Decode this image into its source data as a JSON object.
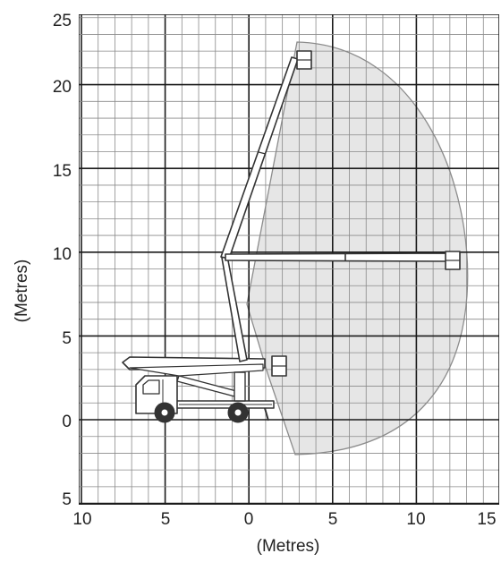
{
  "diagram": {
    "x_label": "(Metres)",
    "y_label": "(Metres)",
    "x_ticks": [
      "10",
      "5",
      "0",
      "5",
      "10",
      "15"
    ],
    "y_ticks": [
      "25",
      "20",
      "15",
      "10",
      "5",
      "0",
      "5"
    ],
    "x_range": [
      -10,
      15
    ],
    "y_range": [
      -5,
      25
    ],
    "grid": true,
    "colors": {
      "grid_minor": "#8a8a8a",
      "grid_major": "#1a1a1a",
      "envelope_fill": "#e6e6e6",
      "envelope_stroke": "#8c8c8c",
      "machine": "#333333"
    }
  }
}
